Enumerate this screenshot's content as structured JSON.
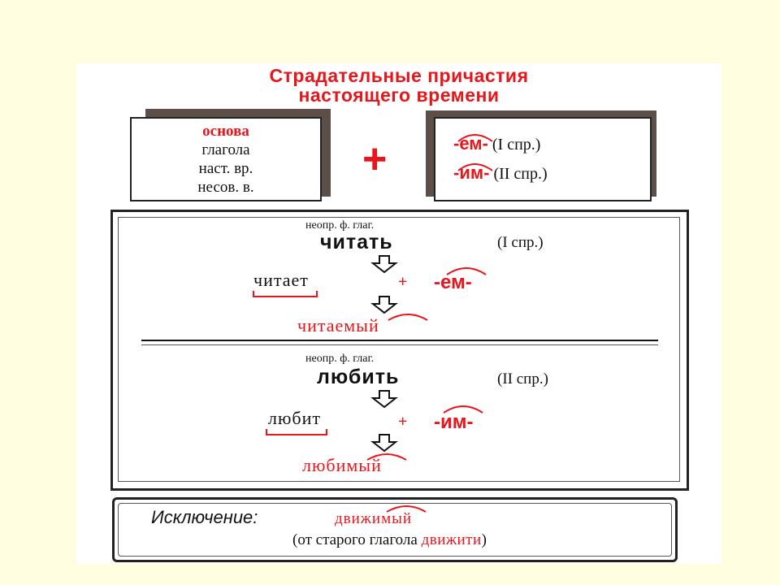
{
  "title": {
    "line1": "Страдательные причастия",
    "line2": "настоящего времени"
  },
  "stem_box": {
    "line1": "основа",
    "line2": "глагола",
    "line3": "наст. вр.",
    "line4": "несов. в."
  },
  "plus_sign": "+",
  "suffix_box": {
    "row1_suffix": "-ем-",
    "row1_note": "(I спр.)",
    "row2_suffix": "-им-",
    "row2_note": "(II спр.)"
  },
  "example1": {
    "label": "неопр. ф. глаг.",
    "verb": "читать",
    "conjugation": "(I спр.)",
    "base": "читает",
    "plus": "+",
    "suffix": "-ем-",
    "result": "читаемый"
  },
  "example2": {
    "label": "неопр. ф. глаг.",
    "verb": "любить",
    "conjugation": "(II спр.)",
    "base": "любит",
    "plus": "+",
    "suffix": "-им-",
    "result": "любимый"
  },
  "exception": {
    "label": "Исключение:",
    "word": "движимый",
    "note_open": "(от старого глагола",
    "note_word": "движити",
    "note_close": ")"
  },
  "colors": {
    "accent": "#e8161b",
    "background": "#fffde0"
  }
}
